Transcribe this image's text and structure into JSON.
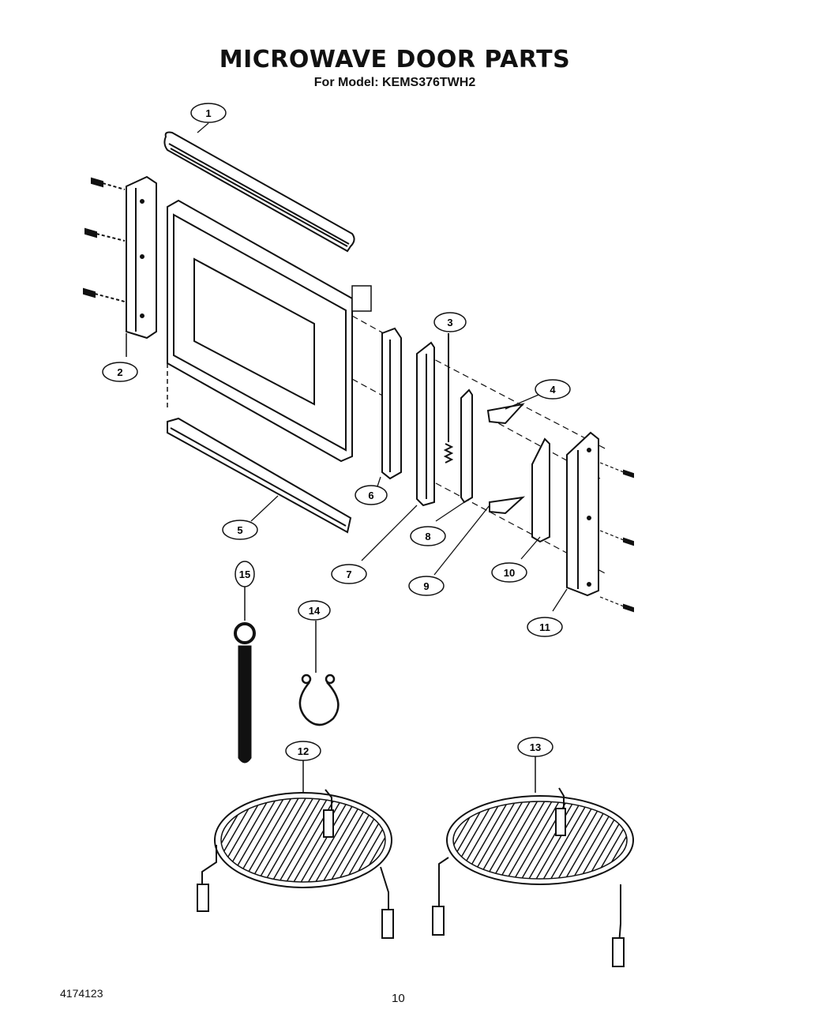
{
  "header": {
    "title": "MICROWAVE DOOR PARTS",
    "model_line": "For Model: KEMS376TWH2"
  },
  "footer": {
    "doc_number": "4174123",
    "page_number": "10"
  },
  "callouts": [
    "1",
    "2",
    "3",
    "4",
    "5",
    "6",
    "7",
    "8",
    "9",
    "10",
    "11",
    "12",
    "13",
    "14",
    "15"
  ]
}
